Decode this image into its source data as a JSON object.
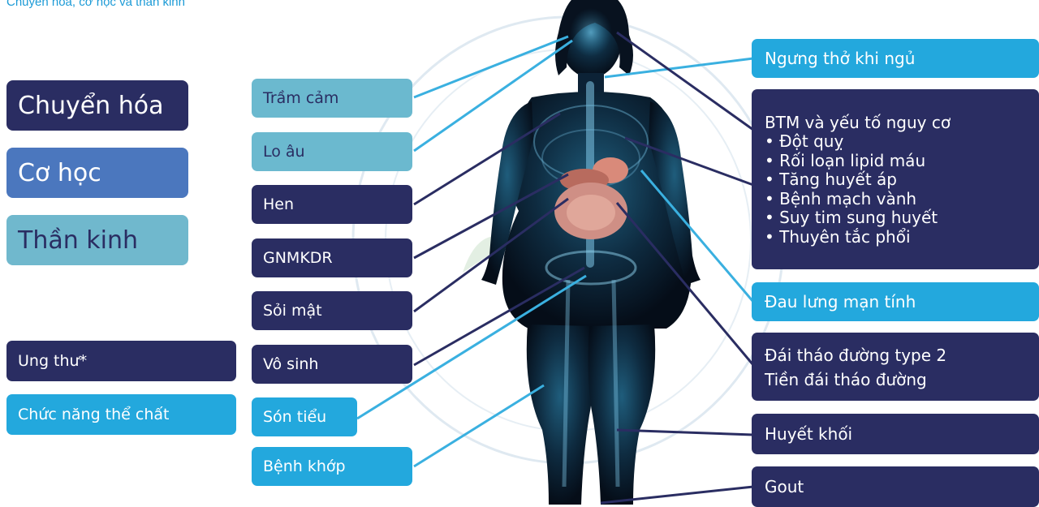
{
  "subtitle": "Chuyển hóa, cơ học và thần kinh",
  "legend": {
    "metabolic": "Chuyển hóa",
    "mechanical": "Cơ học",
    "neural": "Thần kinh",
    "cancer": "Ung thư*",
    "physical_function": "Chức năng thể chất"
  },
  "left_labels": {
    "depression": "Trầm cảm",
    "anxiety": "Lo âu",
    "asthma": "Hen",
    "nafld": "GNMKDR",
    "gallstones": "Sỏi mật",
    "infertility": "Vô sinh",
    "incontinence": "Són tiểu",
    "arthritis": "Bệnh khớp"
  },
  "right_labels": {
    "sleep_apnea": "Ngưng thở khi ngủ",
    "cvd": {
      "title": "BTM và yếu tố nguy cơ",
      "items": [
        "• Đột quỵ",
        "• Rối loạn lipid máu",
        "• Tăng huyết áp",
        "• Bệnh mạch vành",
        "• Suy tim sung huyết",
        "• Thuyên tắc phổi"
      ]
    },
    "back_pain": "Đau lưng mạn tính",
    "diabetes": {
      "line1": "Đái tháo đường type 2",
      "line2": "Tiền đái tháo đường"
    },
    "thrombosis": "Huyết khối",
    "gout": "Gout"
  },
  "colors": {
    "navy": "#2a2d62",
    "blue": "#23a8dd",
    "mid_blue": "#4b77be",
    "teal": "#70b8cd",
    "connector_navy": "#2a2d62",
    "connector_blue": "#3ab0e0"
  }
}
